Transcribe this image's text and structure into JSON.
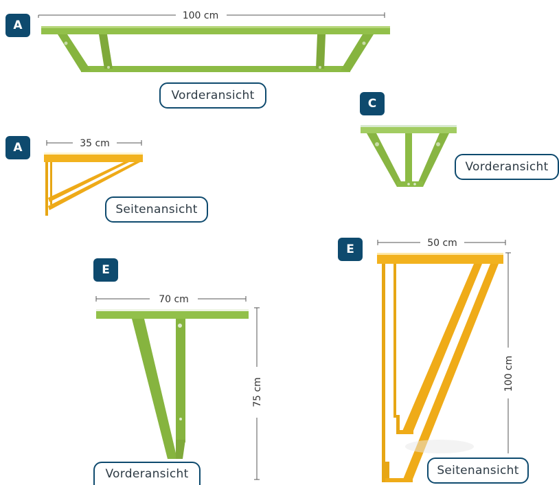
{
  "colors": {
    "badge": "#0e4a6e",
    "green": "#92c04a",
    "green_dark": "#78a63a",
    "yellow": "#f2b21e",
    "yellow_dark": "#d99a10",
    "top_white": "#f4f6f0"
  },
  "views": {
    "a_front": {
      "badge": "A",
      "label": "Vorderansicht",
      "width_label": "100 cm"
    },
    "a_side": {
      "badge": "A",
      "label": "Seitenansicht",
      "width_label": "35 cm"
    },
    "c_front": {
      "badge": "C",
      "label": "Vorderansicht"
    },
    "e_front": {
      "badge": "E",
      "label": "Vorderansicht",
      "width_label": "70 cm",
      "height_label": "75 cm"
    },
    "e_side": {
      "badge": "E",
      "label": "Seitenansicht",
      "width_label": "50 cm",
      "height_label": "100 cm"
    }
  }
}
